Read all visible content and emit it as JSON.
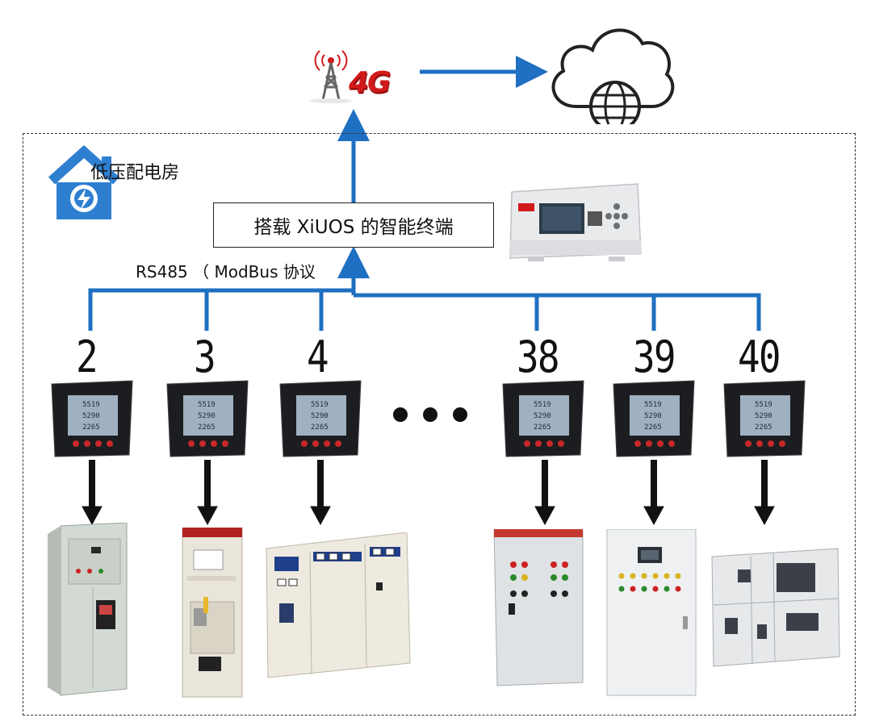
{
  "title_4g": "4G",
  "room_label": "低压配电房",
  "terminal_label": "搭载 XiUOS 的智能终端",
  "bus_label": "RS485 （ ModBus 协议",
  "meters": [
    {
      "address": "2"
    },
    {
      "address": "3"
    },
    {
      "address": "4"
    },
    {
      "address": "38"
    },
    {
      "address": "39"
    },
    {
      "address": "40"
    }
  ],
  "meter_display": [
    "5519",
    "5290",
    "2265"
  ],
  "colors": {
    "bus": "#1f6fc2",
    "arrow_down": "#111111",
    "house": "#2f7fd1",
    "fourg": "#d11a1a"
  },
  "icons": [
    "cell-tower-icon",
    "cloud-globe-icon",
    "house-lightning-icon",
    "power-meter-icon",
    "switchgear-cabinet-icon",
    "ellipsis-icon"
  ]
}
